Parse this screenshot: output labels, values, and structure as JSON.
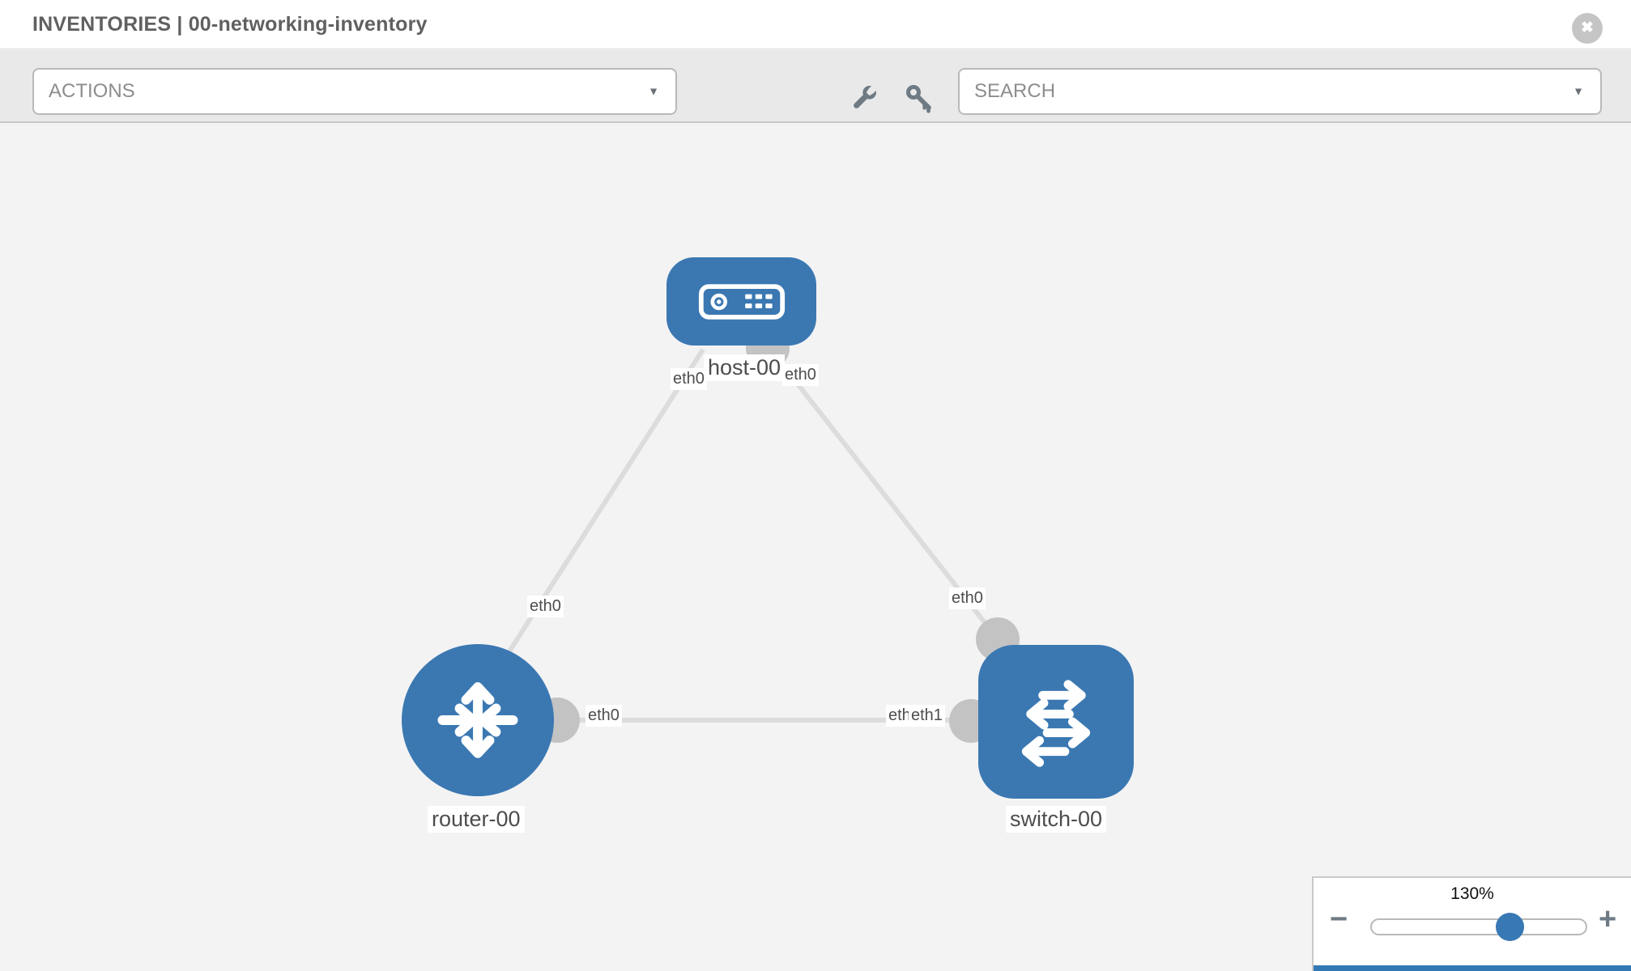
{
  "header": {
    "title": "INVENTORIES | 00-networking-inventory",
    "close_icon": "✖"
  },
  "toolbar": {
    "actions_label": "ACTIONS",
    "search_placeholder": "SEARCH",
    "caret_icon": "▼",
    "tool_icons": [
      "wrench-icon",
      "key-icon"
    ]
  },
  "topology": {
    "nodes": [
      {
        "id": "host-00",
        "type": "host",
        "label": "host-00"
      },
      {
        "id": "router-00",
        "type": "router",
        "label": "router-00"
      },
      {
        "id": "switch-00",
        "type": "switch",
        "label": "switch-00"
      }
    ],
    "links": [
      {
        "from": "host-00",
        "to": "router-00",
        "from_label": "eth0",
        "to_label": "eth0"
      },
      {
        "from": "host-00",
        "to": "switch-00",
        "from_label": "eth0",
        "to_label": "eth0"
      },
      {
        "from": "router-00",
        "to": "switch-00",
        "from_label": "eth0",
        "to_label": "eth1",
        "to_label_overlapped": "eth0"
      }
    ]
  },
  "zoom_control": {
    "value": "130%",
    "slider_percent": 65,
    "minus_icon": "−",
    "plus_icon": "+"
  },
  "colors": {
    "node_blue": "#3b78b2",
    "link_gray": "#dcdcdc",
    "endpoint_gray": "#c3c3c3",
    "toolbar_bg": "#e9e9e9",
    "canvas_bg": "#f3f3f4",
    "icon_gray": "#6e7b85",
    "panel_strip_blue": "#3179b5"
  }
}
